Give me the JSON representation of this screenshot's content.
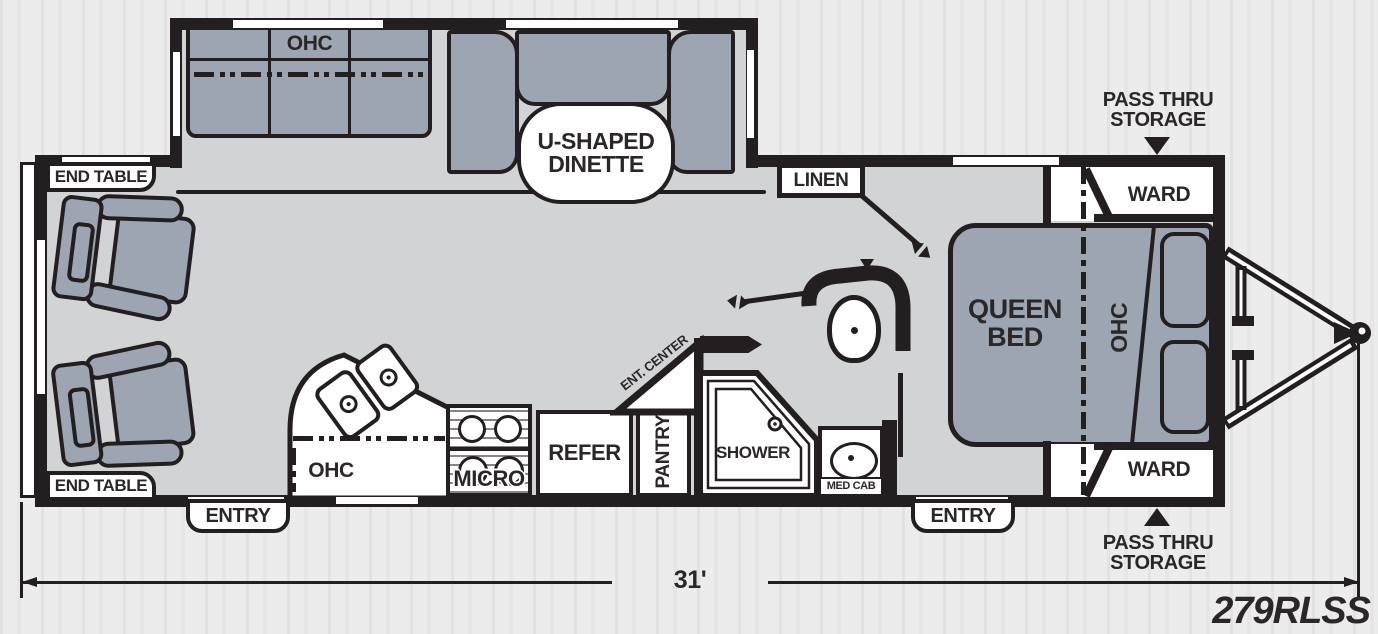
{
  "model": "279RLSS",
  "dimension": "31'",
  "colors": {
    "wall": "#231f20",
    "floor": "#d2d3d5",
    "furniture": "#9da4b2",
    "background": "#eaeaea",
    "cabinet_white": "#ffffff"
  },
  "living_area": {
    "sofa_ohc": "OHC",
    "dinette_line1": "U-SHAPED",
    "dinette_line2": "DINETTE",
    "end_table_top": "END TABLE",
    "end_table_bottom": "END TABLE",
    "entry": "ENTRY"
  },
  "kitchen": {
    "ohc": "OHC",
    "micro": "MICRO",
    "refer": "REFER",
    "pantry": "PANTRY",
    "ent_center": "ENT. CENTER"
  },
  "bathroom": {
    "shower": "SHOWER",
    "med_cab": "MED CAB",
    "linen": "LINEN"
  },
  "bedroom": {
    "queen_line1": "QUEEN",
    "queen_line2": "BED",
    "ohc": "OHC",
    "ward_top": "WARD",
    "ward_bottom": "WARD",
    "pass_thru_line1": "PASS THRU",
    "pass_thru_line2": "STORAGE",
    "entry": "ENTRY"
  }
}
